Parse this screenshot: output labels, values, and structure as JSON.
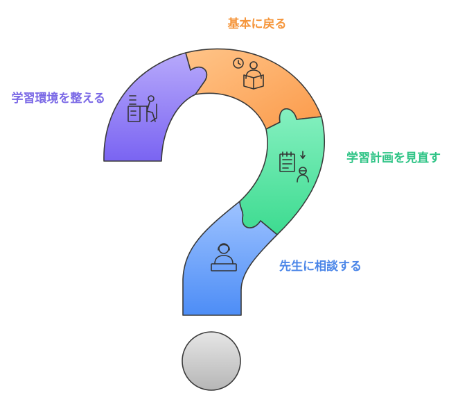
{
  "segments": [
    {
      "label": "基本に戻る",
      "icon": "clock-reading-icon",
      "color": "#f5963c"
    },
    {
      "label": "学習環境を整える",
      "icon": "desk-study-icon",
      "color": "#7a68e6"
    },
    {
      "label": "学習計画を見直す",
      "icon": "planning-review-icon",
      "color": "#2fc486"
    },
    {
      "label": "先生に相談する",
      "icon": "teacher-icon",
      "color": "#4b86e8"
    }
  ],
  "dot": {
    "icon": "dot-circle",
    "color": "#b9b9b9"
  }
}
